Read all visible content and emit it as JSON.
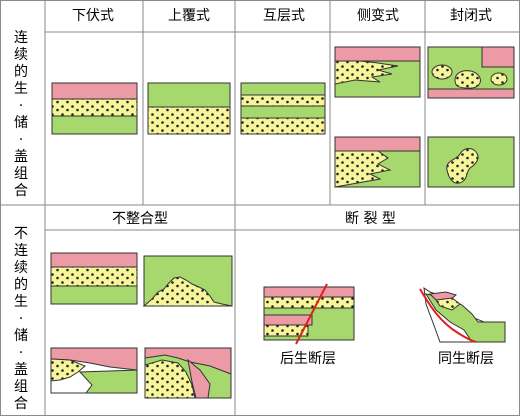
{
  "row_labels": {
    "continuous": "连续的生\n·\n储\n·\n盖组合",
    "discontinuous": "不连续的生\n·\n储\n·\n盖组合"
  },
  "column_headers": [
    "下伏式",
    "上覆式",
    "互层式",
    "侧变式",
    "封闭式"
  ],
  "lower_headers": {
    "unconformity": "不整合型",
    "fault": "断  裂  型"
  },
  "fault_captions": {
    "post": "后生断层",
    "syn": "同生断层"
  },
  "colors": {
    "source_green": "#a6d86e",
    "reservoir_yellow": "#f7f59a",
    "cap_pink": "#ec9aa6",
    "fault_red": "#e0201a",
    "grid_line": "#8a8a8a"
  }
}
